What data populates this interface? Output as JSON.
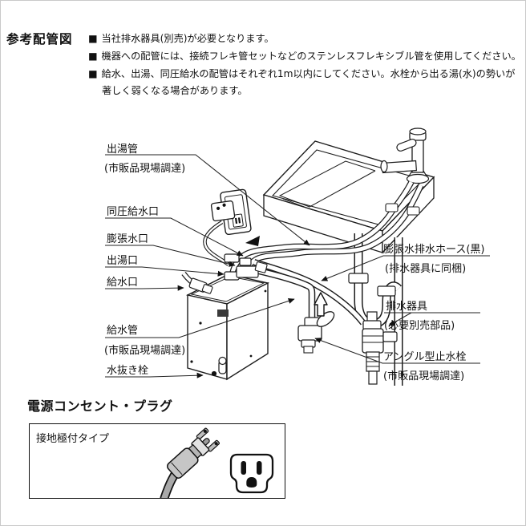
{
  "header": {
    "title": "参考配管図",
    "bullet": "■",
    "notes": [
      "当社排水器具(別売)が必要となります。",
      "機器への配管には、接続フレキ管セットなどのステンレスフレキシブル管を使用してください。",
      "給水、出湯、同圧給水の配管はそれぞれ1m以内にしてください。水栓から出る湯(水)の勢いが著しく弱くなる場合があります。"
    ]
  },
  "diagram": {
    "labels": {
      "hot_water_pipe": {
        "name": "出湯管",
        "note": "(市販品現場調達)"
      },
      "equal_pressure_inlet": {
        "name": "同圧給水口"
      },
      "expansion_port": {
        "name": "膨張水口"
      },
      "hot_water_outlet": {
        "name": "出湯口"
      },
      "water_inlet": {
        "name": "給水口"
      },
      "supply_pipe": {
        "name": "給水管",
        "note": "(市販品現場調達)"
      },
      "drain_plug": {
        "name": "水抜き栓"
      },
      "expansion_drain_hose": {
        "name": "膨張水排水ホース(黒)",
        "note": "(排水器具に同梱)"
      },
      "drain_fixture": {
        "name": "排水器具",
        "note": "(必要別売部品)"
      },
      "angle_stop_valve": {
        "name": "アングル型止水栓",
        "note": "(市販品現場調達)"
      }
    }
  },
  "power_section": {
    "heading": "電源コンセント・プラグ",
    "type_label": "接地極付タイプ"
  },
  "colors": {
    "line": "#1c1c1c",
    "plug_body": "#c6c6c6",
    "plug_cable": "#a9a9a9",
    "hose_black_note": "#111111"
  }
}
